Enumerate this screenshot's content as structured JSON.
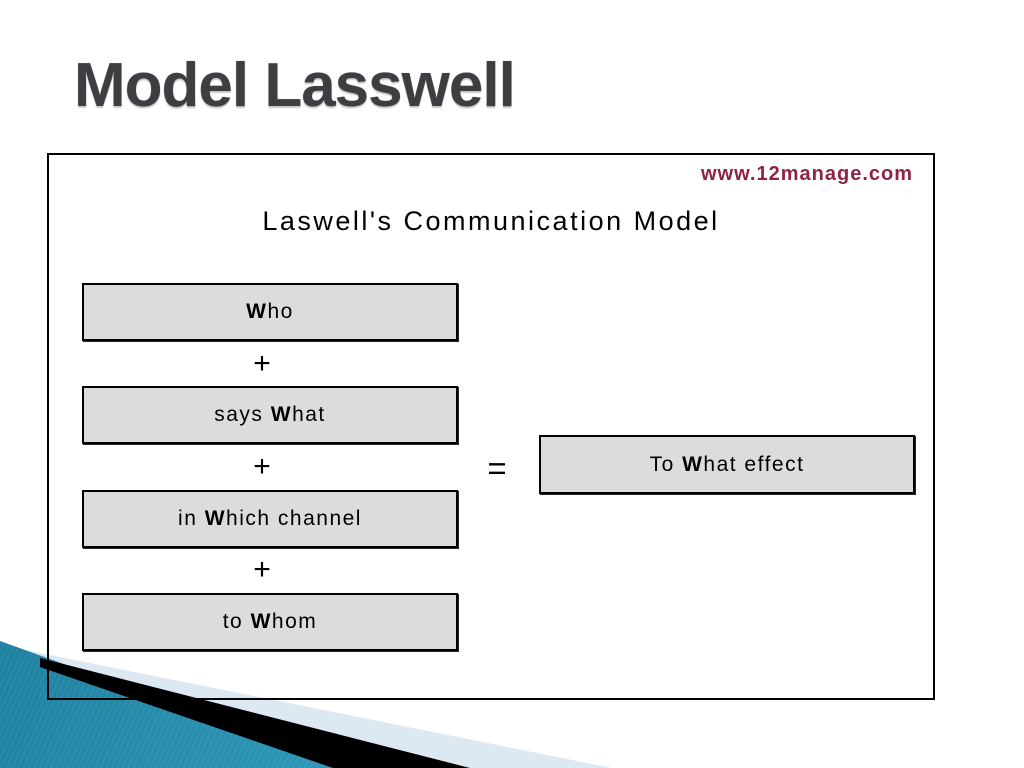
{
  "slide": {
    "title": "Model Lasswell"
  },
  "diagram": {
    "watermark": "www.12manage.com",
    "heading": "Laswell's Communication Model",
    "operators": {
      "plus": "+",
      "equals": "="
    },
    "boxes": {
      "who": {
        "pre": "",
        "bold": "W",
        "post": "ho"
      },
      "what": {
        "pre": "says ",
        "bold": "W",
        "post": "hat"
      },
      "channel": {
        "pre": "in ",
        "bold": "W",
        "post": "hich channel"
      },
      "whom": {
        "pre": "to ",
        "bold": "W",
        "post": "hom"
      },
      "effect": {
        "pre": "To ",
        "bold": "W",
        "post": "hat effect"
      }
    },
    "colors": {
      "title": "#3e3e42",
      "watermark": "#8e2247",
      "box_fill": "#dcdcdc",
      "box_border": "#000000",
      "stripe_black": "#000000",
      "teal_dark": "#15708f",
      "teal_mid": "#2b93b4",
      "teal_light": "#52b5d2",
      "pale_blue": "#dce9f2"
    }
  }
}
